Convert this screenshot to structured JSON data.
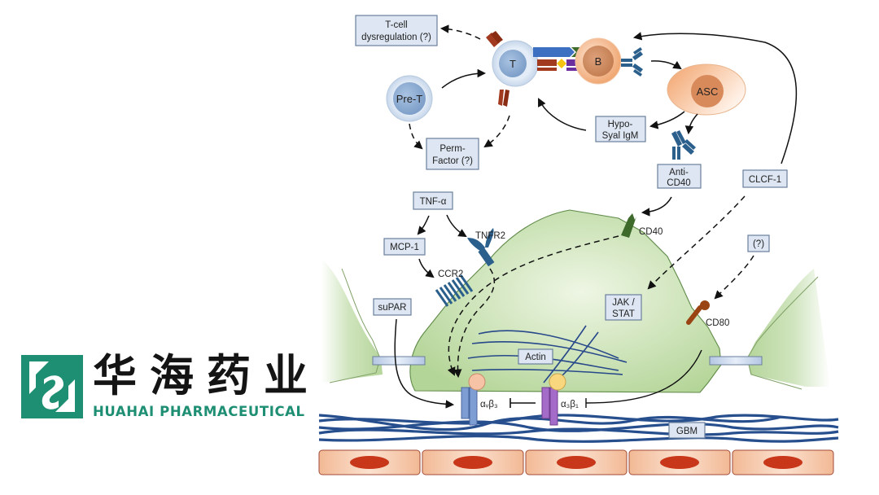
{
  "logo": {
    "chinese_name": "华海药业",
    "english_name": "HUAHAI PHARMACEUTICAL",
    "brand_color": "#1f8f74"
  },
  "diagram": {
    "cells": {
      "t_cell": "T",
      "b_cell": "B",
      "pre_t": "Pre-T",
      "asc": "ASC"
    },
    "labels": {
      "t_cell_dysregulation": [
        "T-cell",
        "dysregulation (?)"
      ],
      "perm_factor": [
        "Perm-",
        "Factor (?)"
      ],
      "hypo_syal_igm": [
        "Hypo-",
        "Syal IgM"
      ],
      "anti_cd40": [
        "Anti-",
        "CD40"
      ],
      "clcf1": "CLCF-1",
      "tnf_alpha": "TNF-α",
      "mcp1": "MCP-1",
      "supar": "suPAR",
      "unknown": "(?)",
      "jak_stat": [
        "JAK /",
        "STAT"
      ],
      "actin": "Actin",
      "gbm": "GBM"
    },
    "receptors": {
      "tnfr2": "TNFR2",
      "ccr2": "CCR2",
      "cd40": "CD40",
      "cd80": "CD80",
      "integrin_avb3": "αᵥβ₃",
      "integrin_a3b1": "α₃β₁"
    },
    "colors": {
      "podocyte_green": "#b5d59a",
      "podocyte_edge": "#5f8a48",
      "label_fill": "#dde6f2",
      "label_stroke": "#6a7f9b",
      "t_cell_blue": "#8fb0d6",
      "b_cell_orange": "#e39a67",
      "gbm_blue": "#274f8e",
      "endothelial": "#f4c4a4",
      "nucleus_red": "#c9371a",
      "cd40_green": "#3e6a2c",
      "cd80_brown": "#9a4313",
      "integrin_blue": "#7d9dd3",
      "integrin_purple": "#a56bc9"
    }
  }
}
